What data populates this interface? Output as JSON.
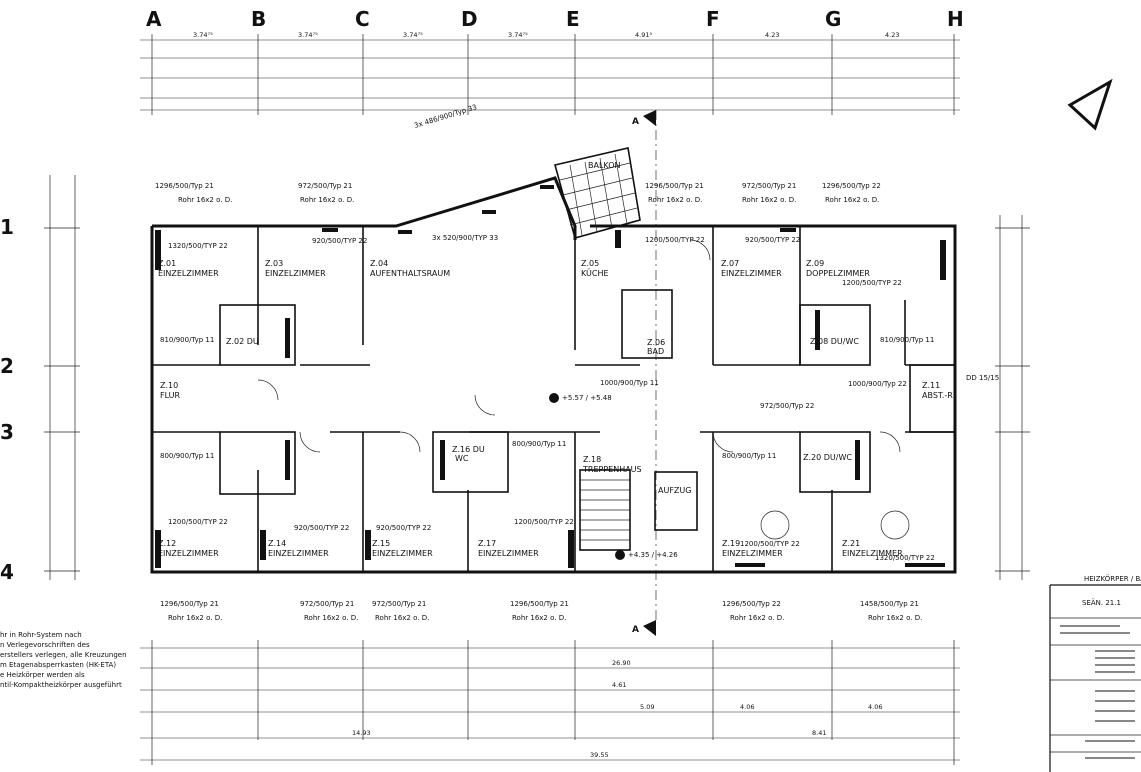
{
  "grid_letters": [
    "A",
    "B",
    "C",
    "D",
    "E",
    "F",
    "G",
    "H"
  ],
  "grid_numbers": [
    "1",
    "2",
    "3",
    "4"
  ],
  "top_dims_row1": [
    "3.74⁷⁵",
    "3.74⁷⁵",
    "3.74⁷⁵",
    "3.74⁷⁵",
    "4.91⁵",
    "4.23",
    "4.23"
  ],
  "bottom_dims": [
    "26.90",
    "4.61",
    "5.09",
    "4.06",
    "4.06",
    "14.93",
    "8.41",
    "39.55"
  ],
  "section_marker": "A",
  "rooms": {
    "z01": {
      "no": "Z.01",
      "name": "EINZELZIMMER",
      "rad": "1320/500/TYP 22"
    },
    "z03": {
      "no": "Z.03",
      "name": "EINZELZIMMER",
      "rad": "920/500/TYP 22"
    },
    "z04": {
      "no": "Z.04",
      "name": "AUFENTHALTSRAUM",
      "rad": "3x 520/900/TYP 33"
    },
    "z05": {
      "no": "Z.05",
      "name": "KÜCHE",
      "rad": "1200/500/TYP 22"
    },
    "z06": {
      "no": "Z.06",
      "name": "BAD"
    },
    "z07": {
      "no": "Z.07",
      "name": "EINZELZIMMER",
      "rad": "920/500/TYP 22"
    },
    "z09": {
      "no": "Z.09",
      "name": "DOPPELZIMMER",
      "rad": "1200/500/TYP 22"
    },
    "z02": {
      "no": "Z.02 DU"
    },
    "z08": {
      "no": "Z.08 DU/WC"
    },
    "z10": {
      "no": "Z.10",
      "name": "FLUR"
    },
    "z11": {
      "no": "Z.11",
      "name": "ABST.-R"
    },
    "z12": {
      "no": "Z.12",
      "name": "EINZELZIMMER",
      "rad": "1200/500/TYP 22"
    },
    "z14": {
      "no": "Z.14",
      "name": "EINZELZIMMER",
      "rad": "920/500/TYP 22"
    },
    "z15": {
      "no": "Z.15",
      "name": "EINZELZIMMER",
      "rad": "920/500/TYP 22"
    },
    "z16": {
      "no": "Z.16 DU",
      "name": "WC"
    },
    "z17": {
      "no": "Z.17",
      "name": "EINZELZIMMER",
      "rad": "1200/500/TYP 22"
    },
    "z18": {
      "no": "Z.18",
      "name": "TREPPENHAUS"
    },
    "z19": {
      "no": "Z.19",
      "name": "EINZELZIMMER",
      "rad": "1200/500/TYP 22"
    },
    "z20": {
      "no": "Z.20 DU/WC"
    },
    "z21": {
      "no": "Z.21",
      "name": "EINZELZIMMER",
      "rad": "1320/500/TYP 22"
    },
    "aufzug": {
      "name": "AUFZUG"
    },
    "balkon": {
      "name": "BALKON"
    }
  },
  "radiators_outside_top": [
    "1296/500/Typ 21",
    "972/500/Typ 21",
    "1296/500/Typ 21",
    "972/500/Typ 21",
    "1296/500/Typ 22"
  ],
  "radiators_outside_bottom": [
    "1296/500/Typ 21",
    "972/500/Typ 21",
    "972/500/Typ 21",
    "1296/500/Typ 21",
    "1296/500/Typ 22",
    "1458/500/Typ 21"
  ],
  "balcony_rad": "3x 486/900/Typ 33",
  "pipe_label": "Rohr 16x2 o. D.",
  "corridor_rads": [
    "810/900/Typ 11",
    "800/900/Typ 11",
    "1000/900/Typ 11",
    "972/500/Typ 22",
    "800/900/Typ 11",
    "1000/900/Typ 22",
    "800/900/Typ 11"
  ],
  "levels": {
    "corridor": "+5.57 / +5.48",
    "stair": "+4.35 / +4.26"
  },
  "dd_label": "DD 15/15",
  "notes": [
    "hr in Rohr-System nach",
    "n Verlegevorschriften des",
    "erstellers verlegen, alle Kreuzungen",
    "m Etagenabsperrkasten (HK-ETA)",
    "e Heizkörper werden als",
    "ntil-Kompaktheizkörper ausgeführt"
  ],
  "title_block": {
    "heading": "HEIZKÖRPER / BAD",
    "date": "SEÄN. 21.1"
  }
}
